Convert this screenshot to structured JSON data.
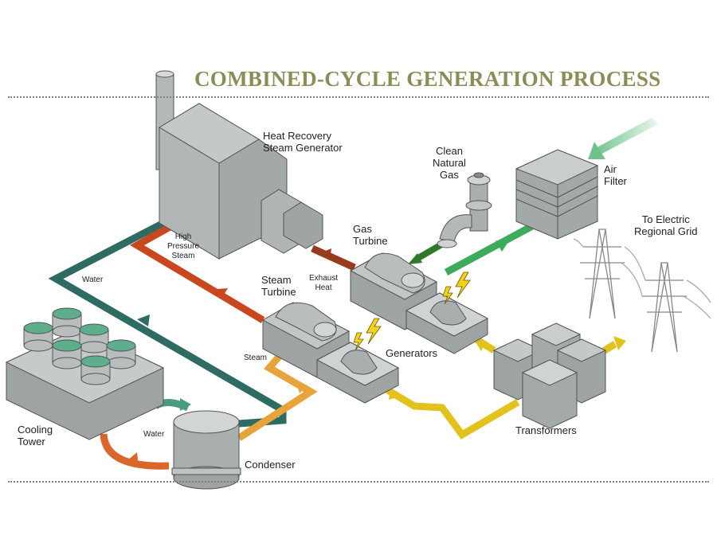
{
  "title": "COMBINED-CYCLE GENERATION PROCESS",
  "labels": {
    "hrsg": [
      "Heat Recovery",
      "Steam Generator"
    ],
    "gas": [
      "Clean",
      "Natural",
      "Gas"
    ],
    "air_filter": [
      "Air",
      "Filter"
    ],
    "gas_turbine": [
      "Gas",
      "Turbine"
    ],
    "grid": [
      "To Electric",
      "Regional Grid"
    ],
    "hp_steam": [
      "High",
      "Pressure",
      "Steam"
    ],
    "exhaust": [
      "Exhaust",
      "Heat"
    ],
    "steam_turbine": [
      "Steam",
      "Turbine"
    ],
    "water_top": "Water",
    "steam": "Steam",
    "generators": "Generators",
    "water_bottom": "Water",
    "cooling_tower": [
      "Cooling",
      "Tower"
    ],
    "condenser": "Condenser",
    "transformers": "Transformers"
  },
  "colors": {
    "title": "#8c8c58",
    "water_pipe": "#2e6b62",
    "steam_pipe": "#c9471f",
    "exhaust_pipe": "#9a3a1c",
    "low_steam_pipe": "#e6a43a",
    "power_line": "#e2c21c",
    "air_flow": "#3daa5c",
    "gas_flow": "#2f7a2a",
    "cooling_return": "#d9662a",
    "cooling_water": "#4a9a82",
    "equipment": "#a9aeae"
  }
}
